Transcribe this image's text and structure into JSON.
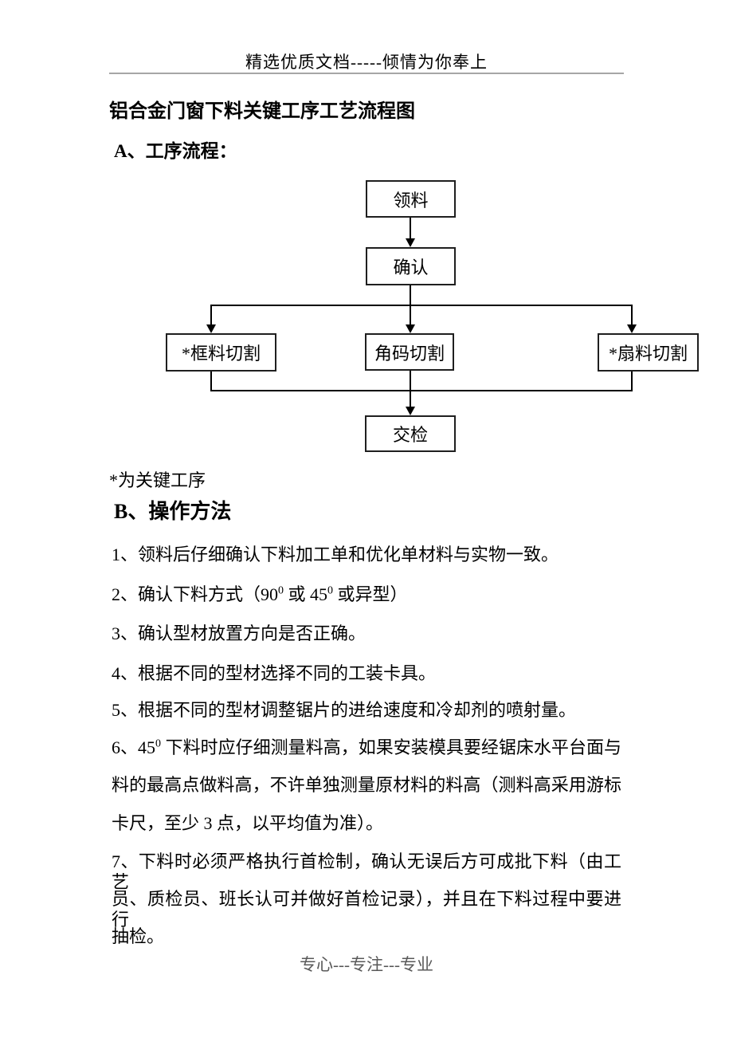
{
  "header": {
    "text": "精选优质文档-----倾情为你奉上"
  },
  "document": {
    "title": "铝合金门窗下料关键工序工艺流程图",
    "section_a_heading": "A、工序流程：",
    "section_b_heading": "B、操作方法",
    "key_process_note": "*为关键工序"
  },
  "flowchart": {
    "boxes": {
      "lingliao": "领料",
      "queren": "确认",
      "kuangliao": "*框料切割",
      "jiaoma": "角码切割",
      "shanliao": "*扇料切割",
      "jiaojian": "交检"
    }
  },
  "operations": [
    {
      "lines": [
        {
          "segments": [
            {
              "text": "1、领料后仔细确认下料加工单和优化单材料与实物一致。"
            }
          ]
        }
      ]
    },
    {
      "lines": [
        {
          "segments": [
            {
              "text": "2、确认下料方式（90"
            },
            {
              "text": "0",
              "sup": true
            },
            {
              "text": " 或 45"
            },
            {
              "text": "0",
              "sup": true
            },
            {
              "text": " 或异型）"
            }
          ]
        }
      ]
    },
    {
      "lines": [
        {
          "segments": [
            {
              "text": "3、确认型材放置方向是否正确。"
            }
          ]
        }
      ]
    },
    {
      "lines": [
        {
          "segments": [
            {
              "text": "4、根据不同的型材选择不同的工装卡具。"
            }
          ]
        }
      ]
    },
    {
      "lines": [
        {
          "segments": [
            {
              "text": "5、根据不同的型材调整锯片的进给速度和冷却剂的喷射量。"
            }
          ]
        }
      ]
    },
    {
      "lines": [
        {
          "justify": true,
          "segments": [
            {
              "text": "6、45"
            },
            {
              "text": "0",
              "sup": true
            },
            {
              "text": " 下料时应仔细测量料高，如果安装模具要经锯床水平台面与"
            }
          ]
        },
        {
          "justify": true,
          "segments": [
            {
              "text": "料的最高点做料高，不许单独测量原材料的料高（测料高采用游标"
            }
          ]
        },
        {
          "segments": [
            {
              "text": "卡尺，至少 3 点，以平均值为准）。"
            }
          ]
        }
      ]
    },
    {
      "lines": [
        {
          "justify": true,
          "segments": [
            {
              "text": "7、下料时必须严格执行首检制，确认无误后方可成批下料（由工艺"
            }
          ]
        },
        {
          "justify": true,
          "segments": [
            {
              "text": "员、质检员、班长认可并做好首检记录），并且在下料过程中要进行"
            }
          ]
        },
        {
          "segments": [
            {
              "text": "抽检。"
            }
          ]
        }
      ]
    }
  ],
  "footer": {
    "text": "专心---专注---专业"
  },
  "colors": {
    "header_rule": "#a6a6a6",
    "footer_text": "#595959",
    "flowchart_line": "#000000"
  }
}
